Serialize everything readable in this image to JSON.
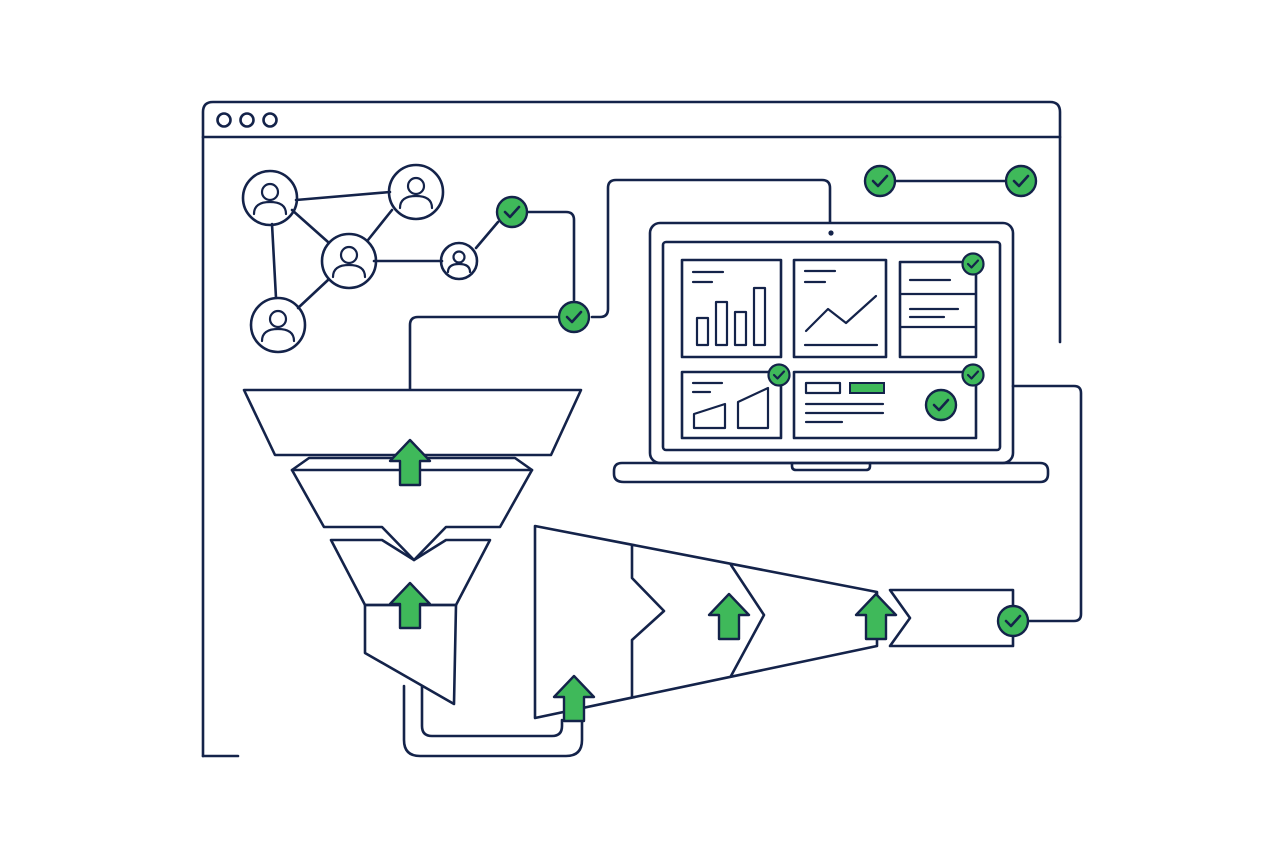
{
  "colors": {
    "line": "#14234a",
    "accent": "#3fb95a",
    "accent_light": "#6fd17f",
    "background": "#ffffff"
  },
  "window": {
    "controls": [
      "dot-icon",
      "dot-icon",
      "dot-icon"
    ]
  },
  "network": {
    "people": [
      "user-icon",
      "user-icon",
      "user-icon",
      "user-icon",
      "user-icon"
    ],
    "verified_badges": [
      "check-icon",
      "check-icon"
    ]
  },
  "funnel": {
    "stages": 4,
    "arrows": [
      "arrow-up-icon",
      "arrow-up-icon"
    ]
  },
  "pipeline": {
    "arrows": [
      "arrow-up-icon",
      "arrow-up-icon",
      "arrow-up-icon"
    ],
    "output_badge": "check-icon"
  },
  "laptop": {
    "panels": [
      "bar-chart-panel",
      "line-chart-panel",
      "list-panel",
      "area-chart-panel",
      "status-panel"
    ],
    "badges": [
      "check-icon",
      "check-icon",
      "check-icon",
      "check-icon"
    ]
  },
  "top_connector": {
    "badges": [
      "check-icon",
      "check-icon"
    ]
  }
}
